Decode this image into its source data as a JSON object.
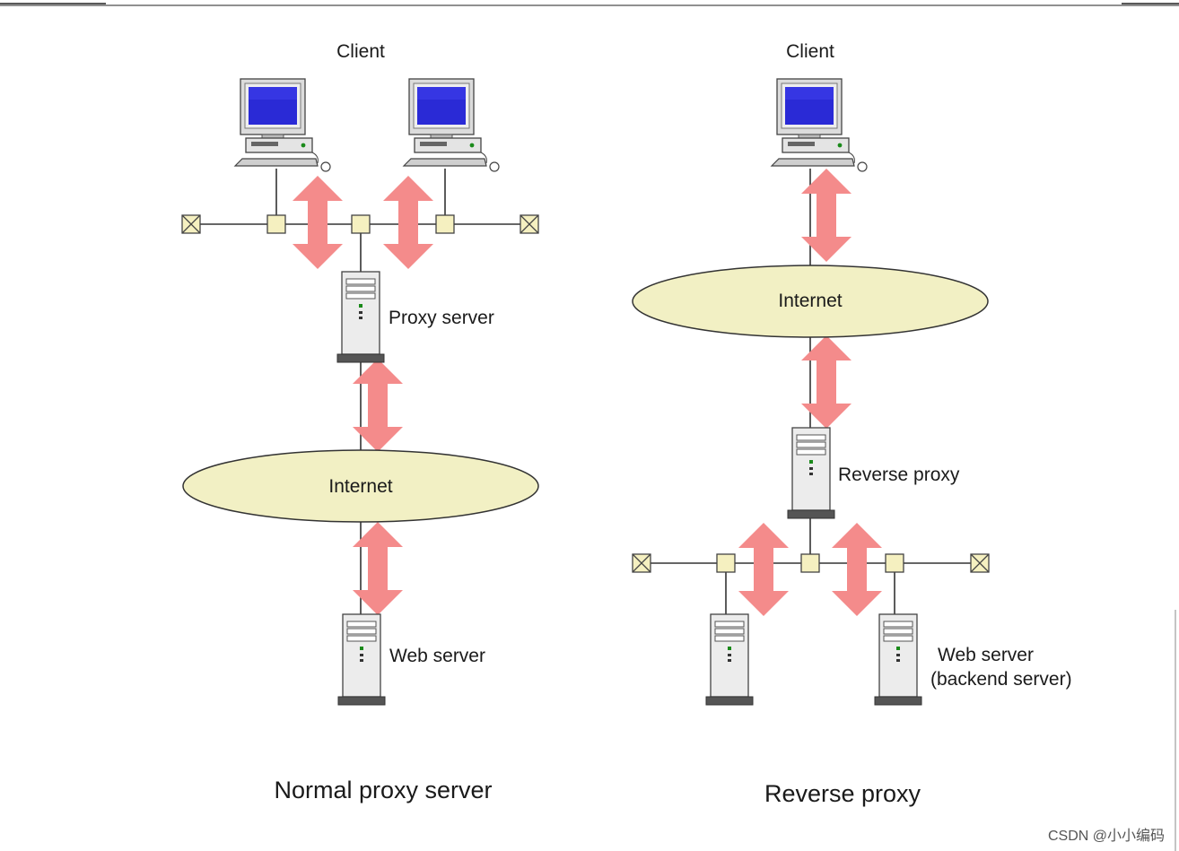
{
  "normal": {
    "client_label": "Client",
    "proxy_label": "Proxy server",
    "internet_label": "Internet",
    "web_label": "Web server",
    "caption": "Normal proxy server"
  },
  "reverse": {
    "client_label": "Client",
    "internet_label": "Internet",
    "proxy_label": "Reverse proxy",
    "web_label_line1": "Web server",
    "web_label_line2": "(backend server)",
    "caption": "Reverse proxy"
  },
  "watermark": "CSDN @小小编码",
  "colors": {
    "arrow": "#f48b8b",
    "ellipse_fill": "#f2f0c4",
    "node_fill": "#f5f0c0",
    "screen": "#2a2ad6",
    "device": "#ececec"
  },
  "icons": [
    "computer-icon",
    "server-icon",
    "network-node-icon",
    "network-terminator-icon",
    "bidirectional-arrow-icon"
  ]
}
